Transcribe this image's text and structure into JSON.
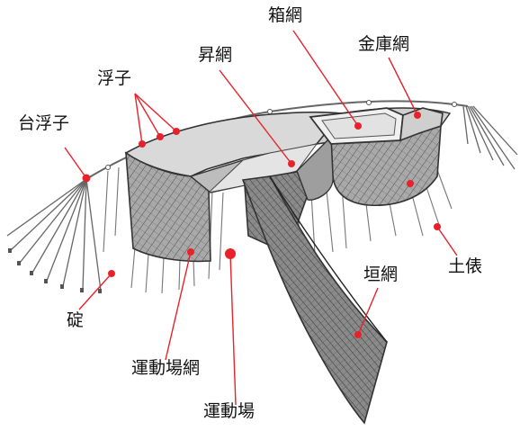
{
  "labels": {
    "hakoami": "箱網",
    "kinkoami": "金庫網",
    "noboriami": "昇網",
    "ukiko": "浮子",
    "daiukiko": "台浮子",
    "ikari": "碇",
    "tawara": "土俵",
    "kakiami": "垣網",
    "undojoami": "運動場網",
    "undojo": "運動場"
  },
  "colors": {
    "pointer": "#e8222b",
    "outline": "#333333",
    "net": "#b5b5b5",
    "net_dark": "#8c8c8c",
    "mesh": "#555555",
    "rope": "#666666"
  }
}
